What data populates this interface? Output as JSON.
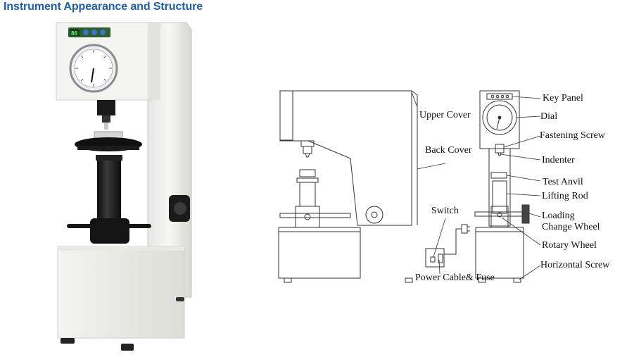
{
  "header": {
    "title": "Instrument Appearance and Structure"
  },
  "photo": {
    "panel_display": "86",
    "colors": {
      "body": "#f2f2ee",
      "shade": "#d9dad4",
      "black": "#1b1b1b",
      "display": "#2fcf4a",
      "button": "#3a73c8"
    }
  },
  "diagram": {
    "labels": {
      "upper_cover": "Upper Cover",
      "back_cover": "Back Cover",
      "switch": "Switch",
      "power_cable": "Power Cable& Fuse",
      "key_panel": "Key Panel",
      "dial": "Dial",
      "fastening_screw": "Fastening Screw",
      "indenter": "Indenter",
      "test_anvil": "Test Anvil",
      "lifting_rod": "Lifting Rod",
      "loading_wheel": "Loading\nChange Wheel",
      "rotary_wheel": "Rotary Wheel",
      "horizontal_screw": "Horizontal Screw"
    }
  }
}
